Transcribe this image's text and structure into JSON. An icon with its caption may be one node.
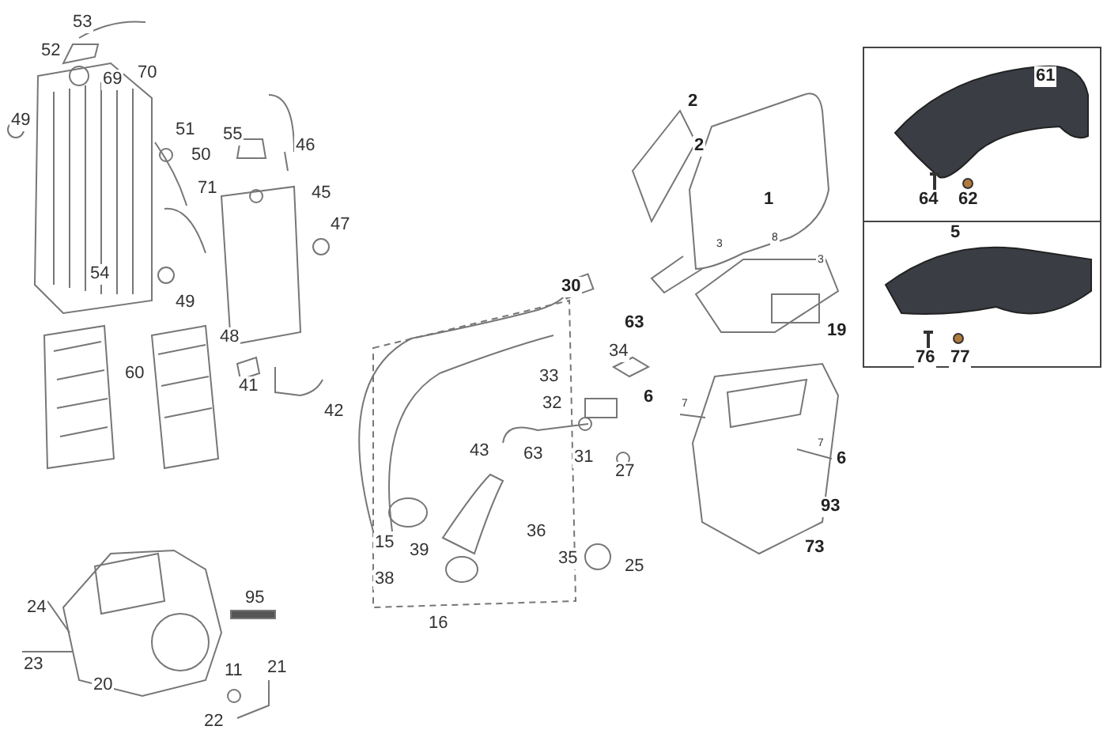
{
  "diagram": {
    "labels": [
      "53",
      "52",
      "69",
      "70",
      "49",
      "51",
      "50",
      "55",
      "46",
      "71",
      "45",
      "47",
      "54",
      "49",
      "48",
      "60",
      "41",
      "2",
      "2",
      "1",
      "61",
      "64",
      "62",
      "5",
      "76",
      "77",
      "30",
      "63",
      "3",
      "8",
      "3",
      "19",
      "34",
      "33",
      "32",
      "6",
      "7",
      "42",
      "63",
      "31",
      "27",
      "6",
      "7",
      "43",
      "93",
      "15",
      "39",
      "36",
      "35",
      "25",
      "73",
      "38",
      "16",
      "95",
      "24",
      "23",
      "20",
      "11",
      "21",
      "22"
    ]
  }
}
